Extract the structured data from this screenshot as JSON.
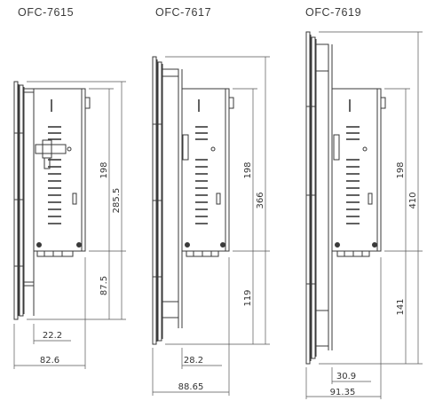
{
  "models": [
    {
      "name": "OFC-7615",
      "dims": {
        "display": "198",
        "height": "285.5",
        "lower": "87.5",
        "depth_inner": "22.2",
        "depth_total": "82.6"
      }
    },
    {
      "name": "OFC-7617",
      "dims": {
        "display": "198",
        "height": "366",
        "lower": "119",
        "depth_inner": "28.2",
        "depth_total": "88.65"
      }
    },
    {
      "name": "OFC-7619",
      "dims": {
        "display": "198",
        "height": "410",
        "lower": "141",
        "depth_inner": "30.9",
        "depth_total": "91.35"
      }
    }
  ],
  "colors": {
    "line": "#3a3a3a",
    "dim": "#555555",
    "text": "#333333",
    "background": "#ffffff"
  }
}
